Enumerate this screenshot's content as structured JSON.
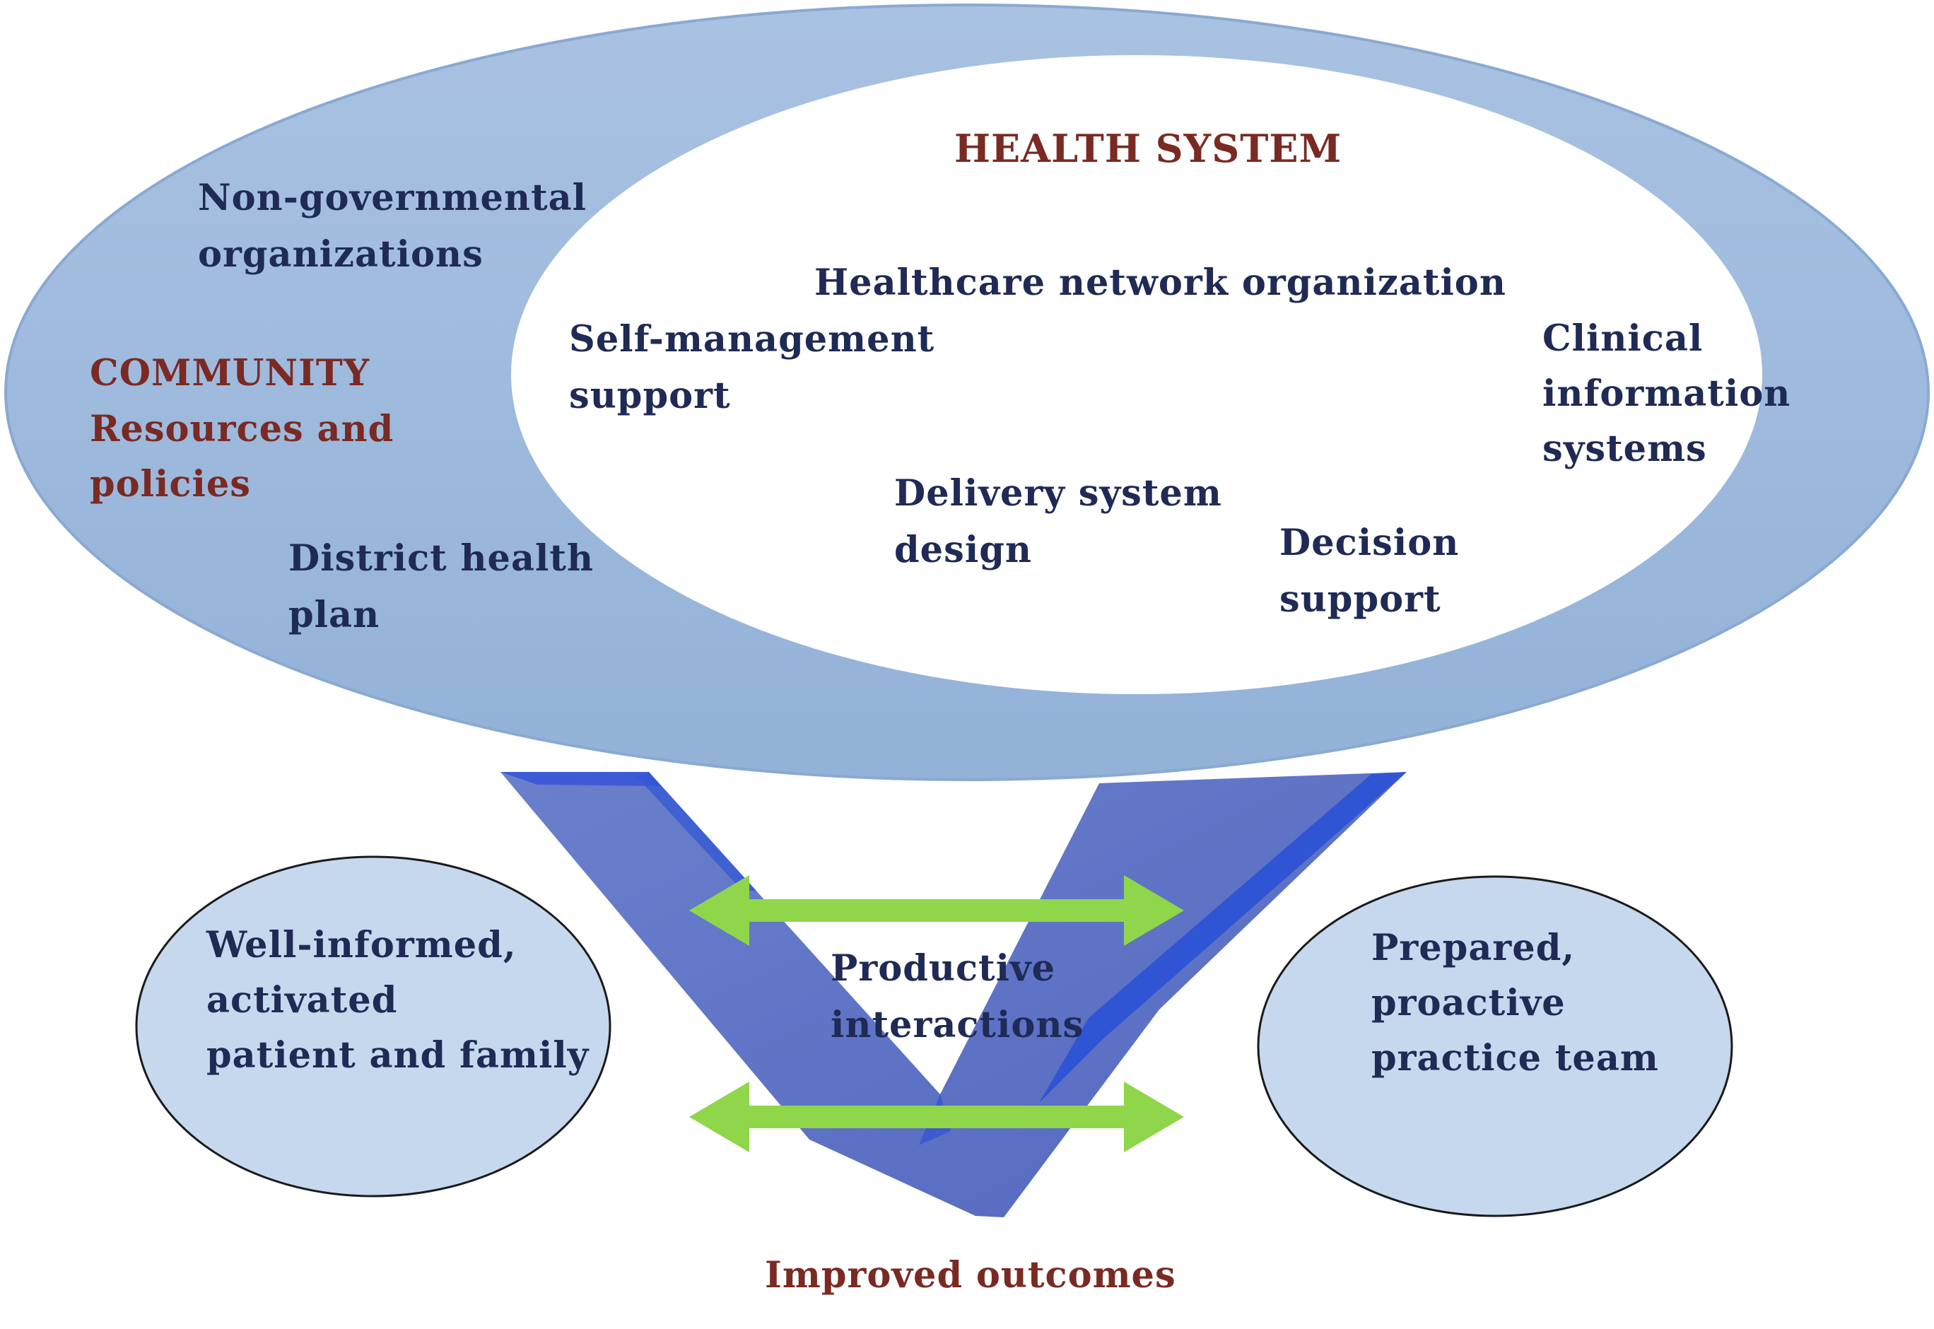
{
  "health_system": {
    "title": "HEALTH SYSTEM",
    "network": "Healthcare network organization",
    "self_management": "Self-management\nsupport",
    "clinical_info": "Clinical\ninformation\nsystems",
    "delivery": "Delivery system\ndesign",
    "decision": "Decision\nsupport"
  },
  "community": {
    "ngo": "Non-governmental\norganizations",
    "heading": "COMMUNITY",
    "resources": "Resources and\npolicies",
    "district": "District health\nplan"
  },
  "interaction": {
    "patient": "Well-informed,\nactivated\npatient and family",
    "team": "Prepared,\nproactive\npractice team",
    "productive": "Productive\ninteractions",
    "outcomes": "Improved outcomes"
  },
  "colors": {
    "outer_ellipse": "#9db9dc",
    "inner_ellipse": "#ffffff",
    "checkmark": "#5c74c8",
    "checkmark_edge": "#2f55d4",
    "side_ellipses": "#c5d8ee",
    "arrows": "#8fd64a",
    "title_red": "#7a2a22",
    "text_navy": "#1f2a55"
  }
}
